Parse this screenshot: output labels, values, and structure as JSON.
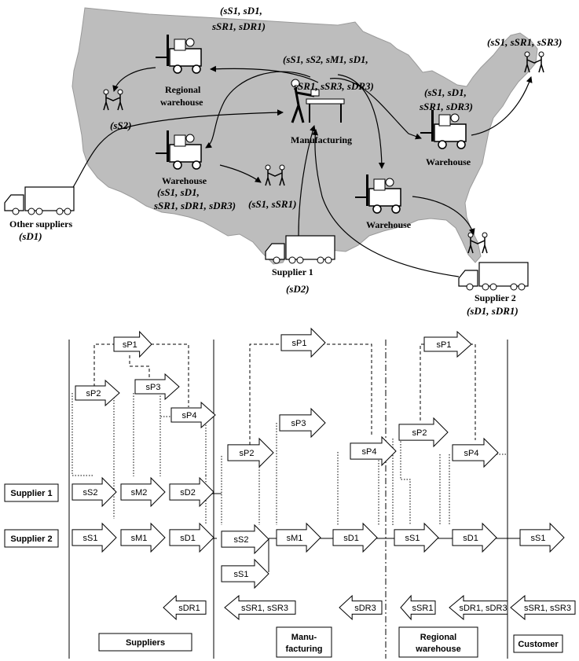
{
  "map": {
    "labels": {
      "regional_warehouse_name": [
        "Regional",
        "warehouse"
      ],
      "regional_warehouse_codes": [
        "(sS1, sD1,",
        "sSR1, sDR1)"
      ],
      "manufacturing_name": "Manufacturing",
      "manufacturing_codes": [
        "(sS1, sS2, sM1, sD1,",
        "sSR1, sSR3, sDR3)"
      ],
      "ne_customer_codes": "(sS1, sSR1, sSR3)",
      "east_warehouse_codes": [
        "(sS1, sD1,",
        "sSR1, sDR3)"
      ],
      "east_warehouse_name": "Warehouse",
      "west_customer_codes": "(sS2)",
      "west_warehouse_name": "Warehouse",
      "west_warehouse_codes": [
        "(sS1, sD1,",
        "sSR1, sDR1, sDR3)"
      ],
      "mid_customer_codes": "(sS1, sSR1)",
      "south_warehouse_name": "Warehouse",
      "other_suppliers_name": "Other suppliers",
      "other_suppliers_codes": "(sD1)",
      "supplier1_name": "Supplier 1",
      "supplier1_codes": "(sD2)",
      "supplier2_name": "Supplier 2",
      "supplier2_codes": "(sD1, sDR1)"
    }
  },
  "thread": {
    "row_labels": {
      "supplier1": "Supplier 1",
      "supplier2": "Supplier 2"
    },
    "section_labels": {
      "suppliers": "Suppliers",
      "manufacturing": [
        "Manu-",
        "facturing"
      ],
      "regional_warehouse": [
        "Regional",
        "warehouse"
      ],
      "customer": "Customer"
    },
    "process_arrows": {
      "sup_sP1": "sP1",
      "sup_sP2": "sP2",
      "sup_sP3": "sP3",
      "sup_sP4": "sP4",
      "sup_sS2": "sS2",
      "sup_sM2": "sM2",
      "sup_sD2": "sD2",
      "sup_sS1": "sS1",
      "sup_sM1": "sM1",
      "sup_sD1": "sD1",
      "man_sP1": "sP1",
      "man_sP2": "sP2",
      "man_sP3": "sP3",
      "man_sP4": "sP4",
      "man_sS2": "sS2",
      "man_sS1": "sS1",
      "man_sM1": "sM1",
      "man_sD1": "sD1",
      "reg_sP1": "sP1",
      "reg_sP2": "sP2",
      "reg_sP4": "sP4",
      "reg_sS1": "sS1",
      "reg_sD1": "sD1",
      "cus_sS1": "sS1"
    },
    "return_arrows": {
      "sup_return": "sDR1",
      "man_return": "sSR1, sSR3",
      "man_return2": "sDR3",
      "reg_return": "sSR1",
      "reg_return2": "sDR1, sDR3",
      "cus_return": "sSR1, sSR3"
    }
  }
}
